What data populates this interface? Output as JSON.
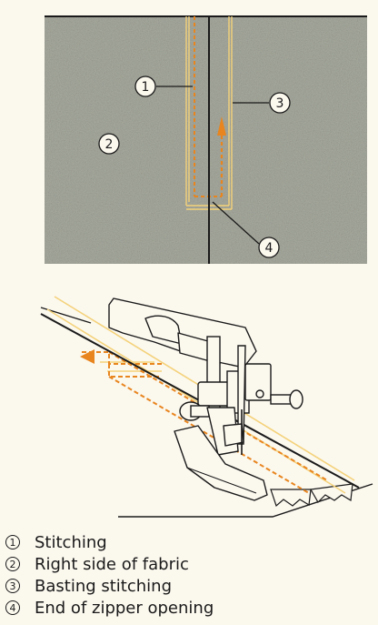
{
  "callouts": {
    "c1": "1",
    "c2": "2",
    "c3": "3",
    "c4": "4"
  },
  "legend": [
    {
      "number": "1",
      "label": "Stitching"
    },
    {
      "number": "2",
      "label": "Right side of fabric"
    },
    {
      "number": "3",
      "label": "Basting stitching"
    },
    {
      "number": "4",
      "label": "End of zipper opening"
    }
  ],
  "colors": {
    "fabric": "#a9aca0",
    "stitch_orange": "#e8851e",
    "stitch_yellow": "#f4d27a",
    "line": "#1a1a1a",
    "background": "#fbf8ee"
  }
}
